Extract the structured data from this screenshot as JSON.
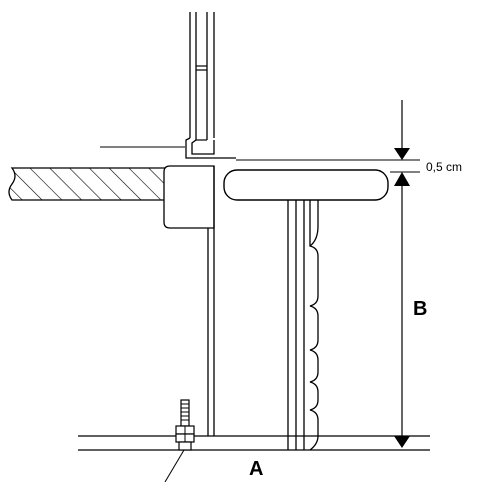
{
  "labels": {
    "dimension_gap": "0,5 cm",
    "dimension_b": "B",
    "point_a": "A"
  },
  "colors": {
    "stroke": "#000000",
    "background": "#ffffff"
  }
}
